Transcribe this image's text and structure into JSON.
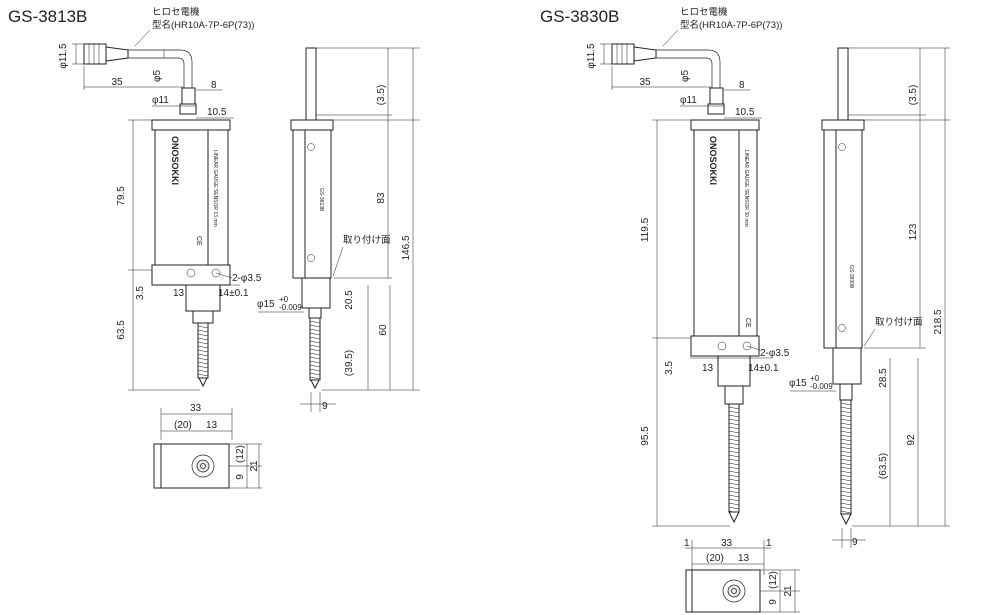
{
  "colors": {
    "line": "#231f20",
    "background": "#ffffff",
    "shade": "#e6e6e6"
  },
  "models": [
    {
      "title": "GS-3813B",
      "connector_label": "ヒロセ電機",
      "connector_model": "型名(HR10A-7P-6P(73))",
      "brand": "ONOSOKKI",
      "sensor_label": "LINEAR GAUGE SENSOR 13 mm",
      "mount_label": "取り付け面",
      "top_dims": [
        "φ11.5",
        "35",
        "φ5",
        "8",
        "φ11",
        "10.5"
      ],
      "front_dims": [
        "79.5",
        "3.5",
        "13",
        "14±0.1",
        "63.5",
        "2-φ3.5"
      ],
      "side_dims": [
        "(3.5)",
        "83",
        "146.5",
        "20.5",
        "60",
        "(39.5)",
        "9"
      ],
      "stem_dia": "φ15",
      "stem_tol_upper": "+0",
      "stem_tol_lower": "-0.009",
      "bottom_dims": [
        "33",
        "(20)",
        "13",
        "(12)",
        "9",
        "21"
      ]
    },
    {
      "title": "GS-3830B",
      "connector_label": "ヒロセ電機",
      "connector_model": "型名(HR10A-7P-6P(73))",
      "brand": "ONOSOKKI",
      "sensor_label": "LINEAR GAUGE SENSOR 30 mm",
      "mount_label": "取り付け面",
      "top_dims": [
        "φ11.5",
        "35",
        "φ5",
        "8",
        "φ11",
        "10.5"
      ],
      "front_dims": [
        "119.5",
        "3.5",
        "13",
        "14±0.1",
        "95.5",
        "2-φ3.5"
      ],
      "side_dims": [
        "(3.5)",
        "123",
        "218.5",
        "28.5",
        "92",
        "(63.5)",
        "9"
      ],
      "stem_dia": "φ15",
      "stem_tol_upper": "+0",
      "stem_tol_lower": "-0.009",
      "bottom_dims": [
        "33",
        "(20)",
        "13",
        "(12)",
        "9",
        "21",
        "1",
        "1"
      ]
    }
  ]
}
